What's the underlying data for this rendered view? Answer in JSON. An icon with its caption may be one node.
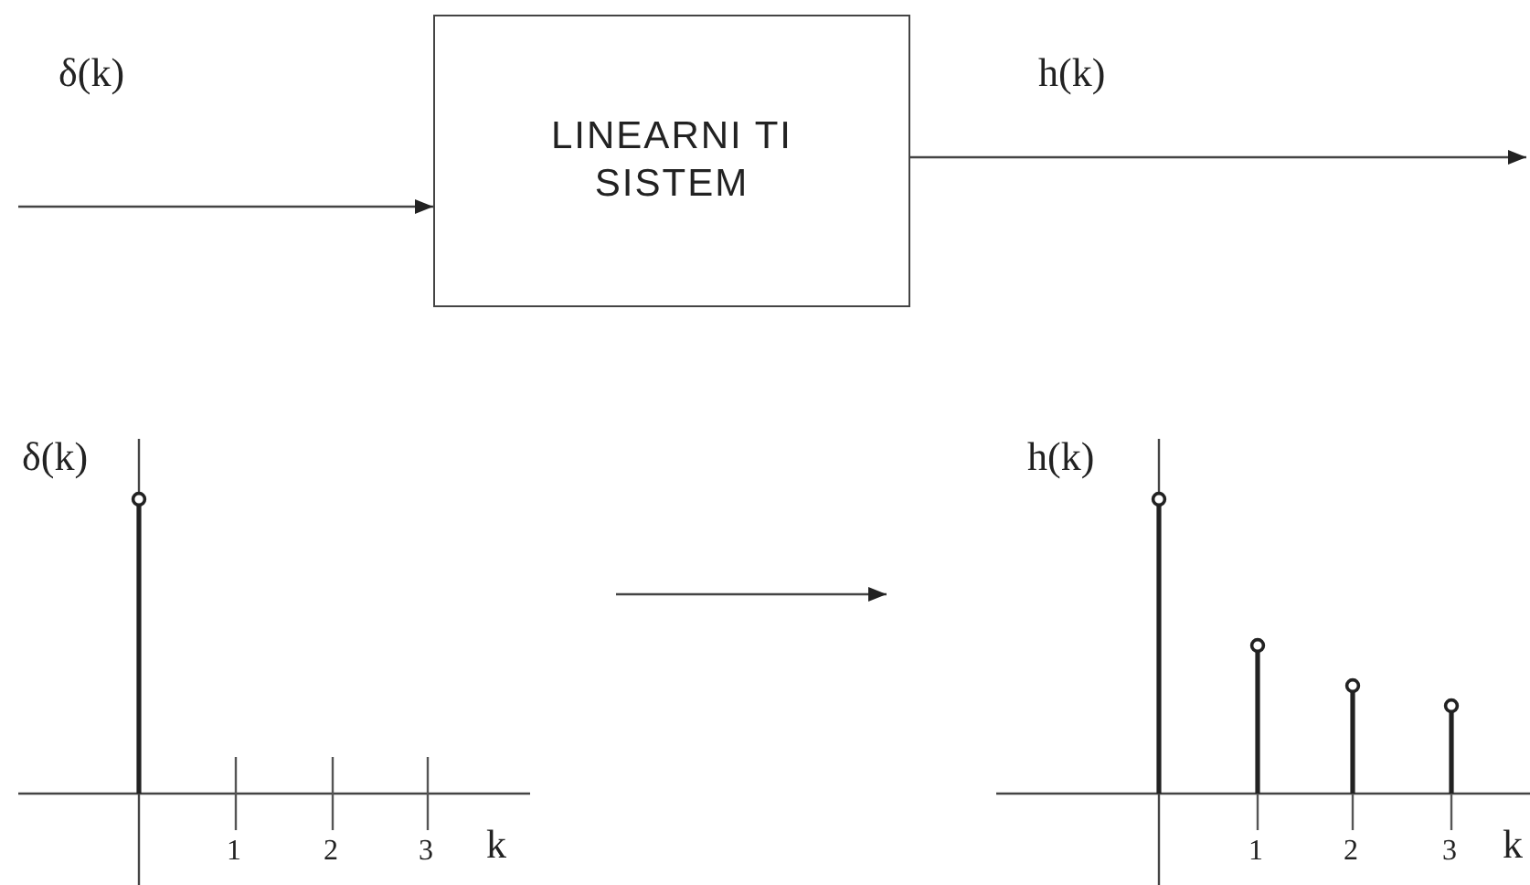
{
  "diagram": {
    "nodes": [
      {
        "text": [
          "LINEARNI TI SISTEM"
        ]
      },
      {
        "text": [],
        "shape": "picture"
      },
      {
        "text": [],
        "shape": "picture"
      }
    ],
    "edges": [
      {
        "from": null,
        "to": 0,
        "arrow": "to",
        "label": "δ(k)"
      },
      {
        "from": 0,
        "to": null,
        "arrow": "to",
        "label": "h(k)"
      },
      {
        "from": 1,
        "to": 2,
        "arrow": "to"
      }
    ],
    "labels": [
      "δ(k)",
      "h(k)",
      "1",
      "2",
      "3",
      "k",
      "1",
      "2",
      "3",
      "k"
    ]
  }
}
